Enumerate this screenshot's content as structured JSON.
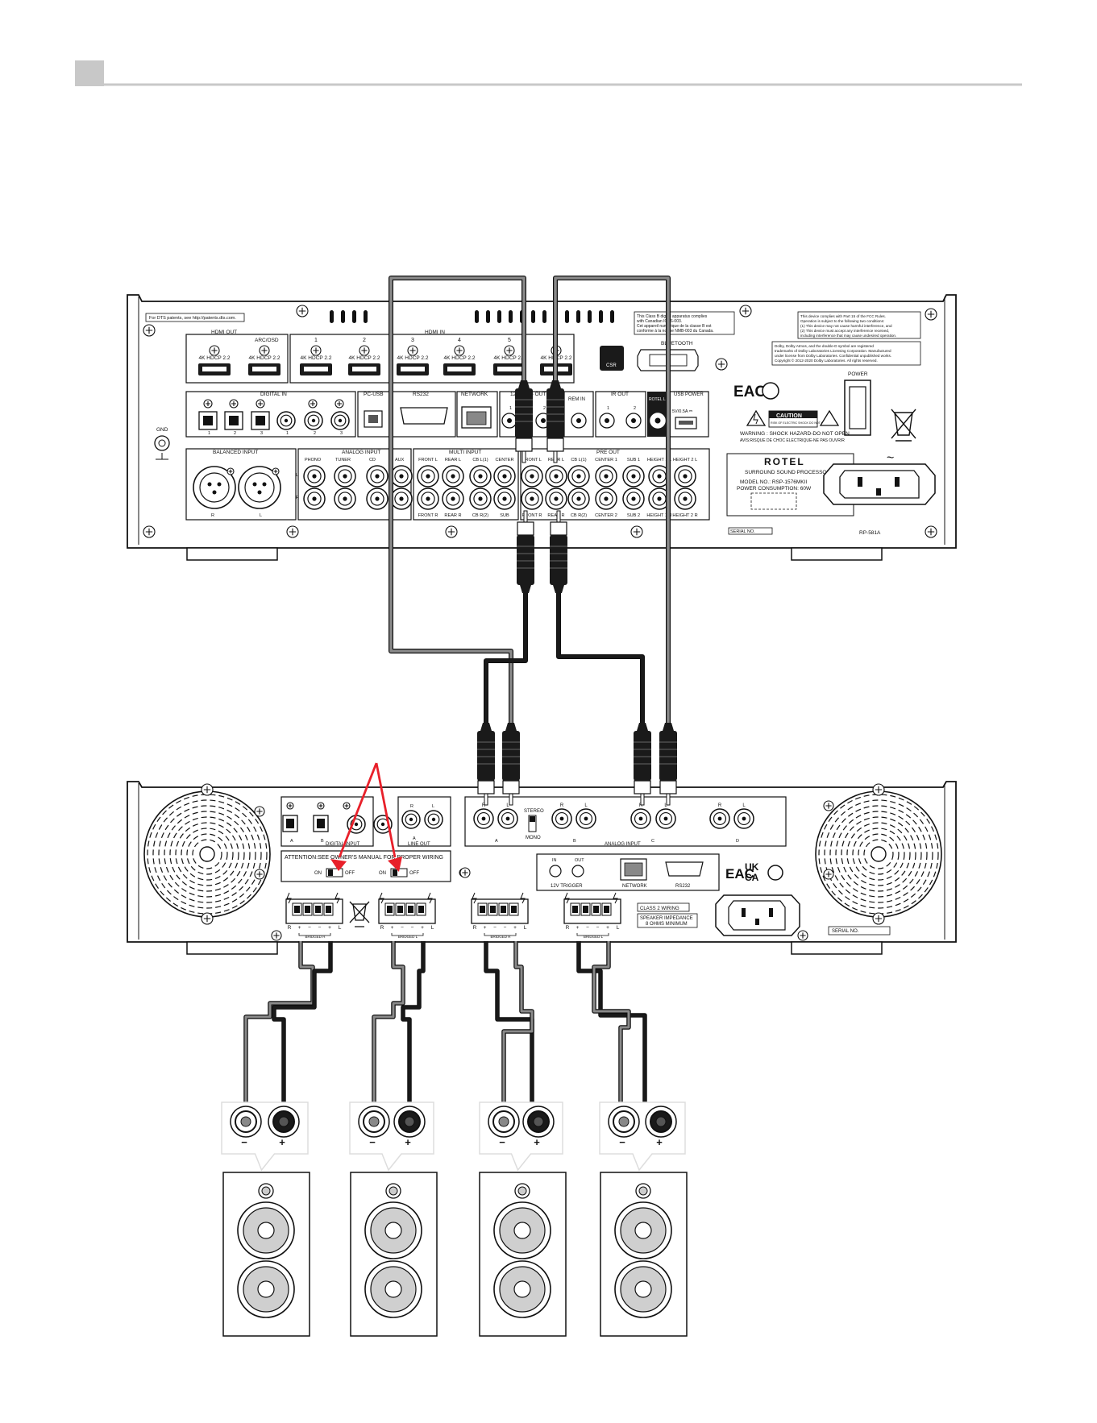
{
  "processor": {
    "patents": "For DTS patents, see http://patents.dts.com.",
    "hdmi_out": "HDMI OUT",
    "arc": "ARC/OSD",
    "hdmi_in": "HDMI IN",
    "hdcp": "4K HDCP 2.2",
    "hdmi_in_numbers": [
      "1",
      "2",
      "3",
      "4",
      "5",
      "6"
    ],
    "canada": [
      "This Class B digital apparatus complies",
      "with Canadian ICES-003.",
      "Cet appareil numérique de la classe B est",
      "conforme à la norme NMB-003 du Canada."
    ],
    "fcc": [
      "This device complies with Part 15 of the FCC Rules.",
      "Operation is subject to the following two conditions:",
      "(1) This device may not cause harmful interference, and",
      "(2) This device must accept any interference received,",
      "including interference that may cause undesired operation."
    ],
    "dolby": [
      "Dolby, Dolby Atmos, and the double-D symbol are registered",
      "trademarks of Dolby Laboratories Licensing Corporation. Manufactured",
      "under license from Dolby Laboratories. Confidential unpublished works.",
      "Copyright © 2012-2020 Dolby Laboratories. All rights reserved."
    ],
    "bluetooth": "BLUETOOTH",
    "csr": "CSR",
    "digital_in": "DIGITAL IN",
    "pc_usb": "PC-USB",
    "rs232": "RS232",
    "network": "NETWORK",
    "trigger_out": "12V TRIG OUT",
    "rem_in": "REM IN",
    "ir_out": "IR OUT",
    "rotel_link": "ROTEL LINK",
    "usb_power": "USB POWER",
    "usb_rating": "5V/0.5A ⎓",
    "gnd": "GND",
    "power": "POWER",
    "eac": "EAC",
    "caution": "CAUTION",
    "caution_sub": "RISK OF ELECTRIC SHOCK DO NOT OPEN",
    "warning": "WARNING : SHOCK HAZARD-DO NOT OPEN",
    "avis": "AVIS:RISQUE DE CHOC ELECTRIQUE-NE PAS OUVRIR",
    "brand": "ROTEL",
    "product": "SURROUND SOUND PROCESSOR",
    "model": "MODEL NO.: RSP-1576MKII",
    "consumption": "POWER CONSUMPTION: 60W",
    "serial": "SERIAL NO.",
    "code": "RP-581A",
    "balanced_input": "BALANCED INPUT",
    "analog_input": "ANALOG INPUT",
    "analog_labels": [
      "PHONO",
      "TUNER",
      "CD",
      "AUX"
    ],
    "multi_input": "MULTI INPUT",
    "multi_top": [
      "FRONT L",
      "REAR L",
      "CB L(1)",
      "CENTER"
    ],
    "multi_bottom": [
      "FRONT R",
      "REAR R",
      "CB R(2)",
      "SUB"
    ],
    "pre_out": "PRE OUT",
    "pre_top": [
      "FRONT L",
      "REAR L",
      "CB L(1)",
      "CENTER 1",
      "SUB 1",
      "HEIGHT 1 L",
      "HEIGHT 2 L"
    ],
    "pre_bottom": [
      "FRONT R",
      "REAR R",
      "CB R(2)",
      "CENTER 2",
      "SUB 2",
      "HEIGHT 1 R",
      "HEIGHT 2 R"
    ],
    "num1": "1",
    "num2": "2",
    "num3": "3",
    "rl": "R",
    "ll": "L"
  },
  "amp": {
    "ab": [
      "A",
      "B"
    ],
    "digital_label": "DIGITAL INPUT",
    "line_out": "LINE OUT",
    "attention": "ATTENTION:SEE OWNER'S MANUAL FOR PROPER WIRING",
    "on": "ON",
    "off": "OFF",
    "stereo": "STEREO",
    "mono": "MONO",
    "analog_input": "ANALOG INPUT",
    "channel_letters": [
      "A",
      "B",
      "C",
      "D"
    ],
    "trig_in": "IN",
    "trig_out": "OUT",
    "trigger": "12V TRIGGER",
    "network": "NETWORK",
    "rs232": "RS232",
    "class2": "CLASS 2 WIRING",
    "impedance": [
      "SPEAKER IMPEDANCE",
      "8 OHMS MINIMUM"
    ],
    "eac": "EAC",
    "ukca": [
      "UK",
      "CA"
    ],
    "serial": "SERIAL NO.",
    "bridged": [
      "BRIDGED R",
      "BRIDGED L",
      "BRIDGED R",
      "BRIDGED L"
    ],
    "terminal_signs": [
      "R",
      "+",
      "−",
      "−",
      "+",
      "L"
    ]
  },
  "speakers": {
    "minus": "−",
    "plus": "+"
  },
  "colors": {
    "arrow": "#e8202a",
    "grey_cable": "#8a8a8a",
    "black_cable": "#1a1a1a",
    "header_box": "#c8c8c8"
  }
}
